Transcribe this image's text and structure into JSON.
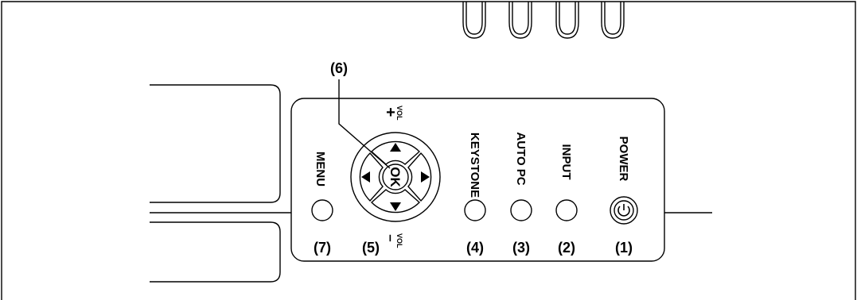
{
  "buttons": {
    "menu": {
      "label": "MENU",
      "number": "(7)"
    },
    "ok": {
      "label": "OK",
      "number": "(5)",
      "callout_number": "(6)"
    },
    "keystone": {
      "label": "KEYSTONE",
      "number": "(4)"
    },
    "auto_pc": {
      "label": "AUTO PC",
      "number": "(3)"
    },
    "input": {
      "label": "INPUT",
      "number": "(2)"
    },
    "power": {
      "label": "POWER",
      "number": "(1)"
    }
  },
  "volume": {
    "up_sign": "+",
    "down_sign": "–",
    "vol_label": "VOL"
  }
}
